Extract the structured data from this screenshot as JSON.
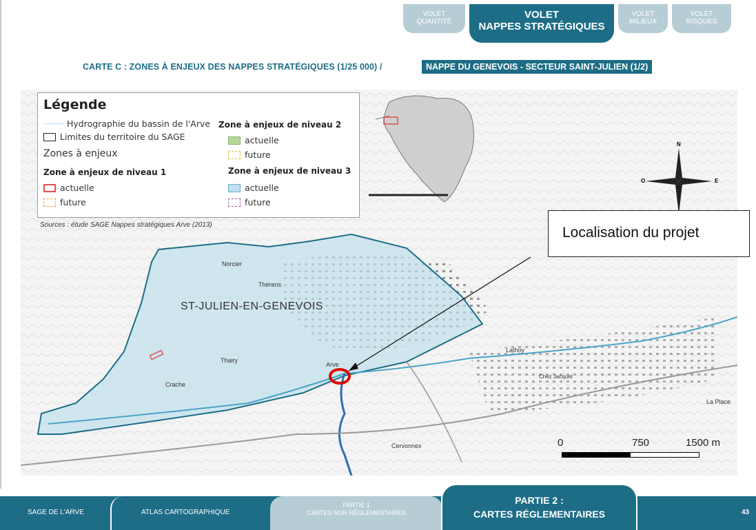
{
  "header": {
    "tabs": [
      {
        "line1": "VOLET",
        "line2": "QUANTITÉ",
        "active": false
      },
      {
        "line1": "VOLET",
        "line2": "NAPPES STRATÉGIQUES",
        "active": true
      },
      {
        "line1": "VOLET",
        "line2": "MILIEUX",
        "active": false
      },
      {
        "line1": "VOLET",
        "line2": "RISQUES",
        "active": false
      }
    ],
    "map_title": "CARTE C : ZONES À ENJEUX DES NAPPES STRATÉGIQUES (1/25 000) /",
    "map_subtitle": "NAPPE DU GENEVOIS - SECTEUR SAINT-JULIEN (1/2)"
  },
  "legend": {
    "title": "Légende",
    "hydro": "Hydrographie du bassin de l'Arve",
    "limits": "Limites du territoire du SAGE",
    "zones": "Zones à enjeux",
    "level1": {
      "label": "Zone à enjeux de niveau 1",
      "current": "actuelle",
      "future": "future"
    },
    "level2": {
      "label": "Zone à enjeux de niveau 2",
      "current": "actuelle",
      "future": "future"
    },
    "level3": {
      "label": "Zone à enjeux de niveau 3",
      "current": "actuelle",
      "future": "future"
    },
    "colors": {
      "level1_current": "#e05050",
      "level1_future": "#f0a050",
      "level2_current": "#b7d69a",
      "level2_future": "#e8e070",
      "level3_current": "#bfe0ec",
      "level3_future": "#b060b0"
    }
  },
  "sources": "Sources : étude SAGE Nappes stratégiques Arve (2013)",
  "map": {
    "town_label": "ST-JULIEN-EN-GENEVOIS",
    "place_labels": [
      "Norcier",
      "Thérens",
      "Thairy",
      "Crache",
      "Arve",
      "Lathoy",
      "Chez Jacquet",
      "Cervonnex",
      "La Place"
    ],
    "compass": {
      "north": "N",
      "east": "E",
      "west": "O"
    },
    "scale": {
      "labels": [
        "0",
        "750",
        "1500 m"
      ]
    },
    "callout": "Localisation du projet"
  },
  "footer": {
    "sage": "SAGE DE L'ARVE",
    "atlas": "ATLAS CARTOGRAPHIQUE",
    "part1_line1": "PARTIE 1",
    "part1_line2": "CARTES NON RÉGLEMENTAIRES",
    "part2_line1": "PARTIE 2 :",
    "part2_line2": "CARTES RÉGLEMENTAIRES",
    "page_number": "43"
  }
}
